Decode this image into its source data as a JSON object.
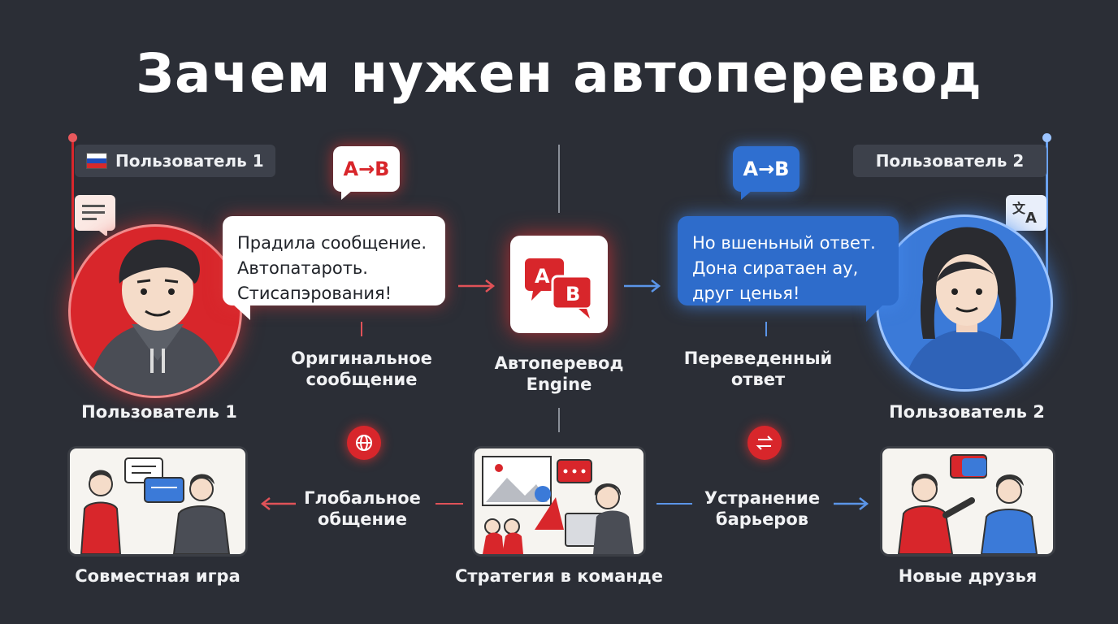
{
  "title": "Зачем нужен автоперевод",
  "user1": {
    "tag": "Пользователь 1",
    "caption": "Пользователь 1"
  },
  "user2": {
    "tag": "Пользователь 2",
    "caption": "Пользователь 2"
  },
  "badge_left": "A→B",
  "badge_right": "A→B",
  "message_original": {
    "lines": [
      "Прадила сообщение.",
      "Автопатароть.",
      "Стисапэрования!"
    ],
    "caption_lines": [
      "Оригинальное",
      "сообщение"
    ]
  },
  "engine": {
    "icon_a": "A",
    "icon_b": "B",
    "caption_lines": [
      "Автоперевод",
      "Engine"
    ]
  },
  "message_translated": {
    "lines": [
      "Но вшеньный ответ.",
      "Дона сиратаен ау,",
      "друг ценья!"
    ],
    "caption_lines": [
      "Переведенный",
      "ответ"
    ]
  },
  "bottom": {
    "left_panel_caption": "Совместная игра",
    "center_panel_caption": "Стратегия в команде",
    "right_panel_caption": "Новые друзья",
    "left_arrow_lines": [
      "Глобальное",
      "общение"
    ],
    "right_arrow_lines": [
      "Устранение",
      "барьеров"
    ]
  },
  "icons": {
    "message_left": "message-lines-icon",
    "translate_right": "translate-icon",
    "globe": "globe-icon",
    "swap": "swap-arrows-icon"
  },
  "colors": {
    "red": "#d8262b",
    "blue": "#3b7ad8",
    "background": "#2b2e36"
  }
}
